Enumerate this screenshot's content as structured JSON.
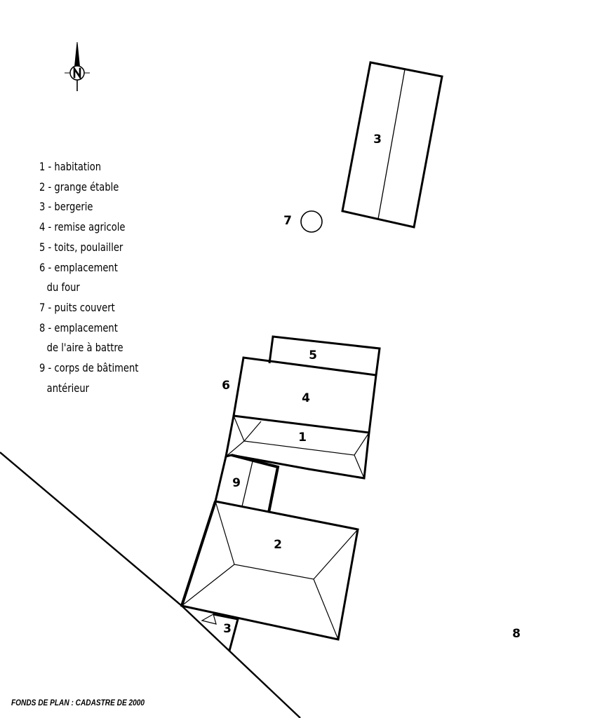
{
  "north_arrow": {
    "letter": "N",
    "icon": "north-arrow-icon"
  },
  "legend": [
    {
      "lines": [
        "1 - habitation"
      ]
    },
    {
      "lines": [
        "2 - grange étable"
      ]
    },
    {
      "lines": [
        "3 - bergerie"
      ]
    },
    {
      "lines": [
        "4 - remise agricole"
      ]
    },
    {
      "lines": [
        "5 - toits, poulailler"
      ]
    },
    {
      "lines": [
        "6 - emplacement",
        "du four"
      ]
    },
    {
      "lines": [
        "7 - puits couvert"
      ]
    },
    {
      "lines": [
        "8 - emplacement",
        "de l'aire à battre"
      ]
    },
    {
      "lines": [
        "9 - corps de bâtiment",
        "antérieur"
      ]
    }
  ],
  "labels": {
    "bergerie_north": "3",
    "puits": "7",
    "toits": "5",
    "four": "6",
    "remise": "4",
    "habitation": "1",
    "corps": "9",
    "grange": "2",
    "bergerie_south": "3",
    "aire": "8"
  },
  "caption": "FONDS DE PLAN : CADASTRE DE 2000",
  "colors": {
    "ink": "#000000",
    "background": "#ffffff"
  }
}
